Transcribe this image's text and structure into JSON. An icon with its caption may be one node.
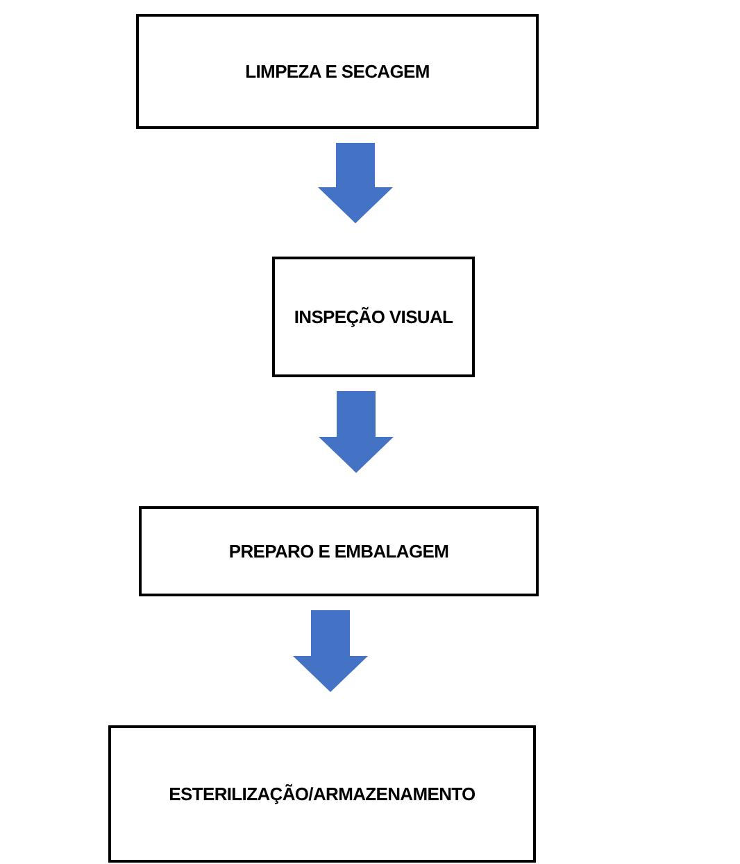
{
  "diagram": {
    "nodes": [
      {
        "text": [
          "LIMPEZA E SECAGEM"
        ]
      },
      {
        "text": [
          "INSPEÇÃO VISUAL"
        ]
      },
      {
        "text": [
          "PREPARO E EMBALAGEM"
        ]
      },
      {
        "text": [
          "ESTERILIZAÇÃO/ARMAZENAMENTO"
        ]
      }
    ],
    "edges": [
      {
        "from": 0,
        "to": 1,
        "arrow": "to"
      },
      {
        "from": 1,
        "to": 2,
        "arrow": "to"
      },
      {
        "from": 2,
        "to": 3,
        "arrow": "to"
      }
    ]
  }
}
